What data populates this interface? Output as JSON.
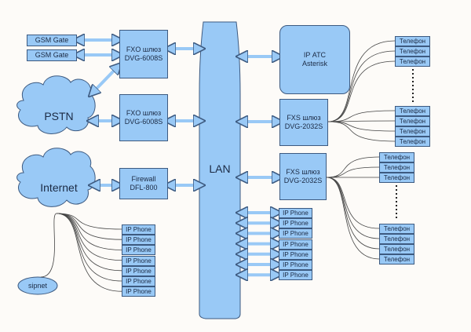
{
  "colors": {
    "fill": "#99c9f6",
    "stroke": "#3d5a80",
    "text": "#1b2a44",
    "line": "#444444"
  },
  "lan": {
    "label": "LAN"
  },
  "clouds": {
    "pstn": "PSTN",
    "internet": "Internet",
    "sipnet": "sipnet"
  },
  "gsm_gates": [
    "GSM Gate",
    "GSM Gate"
  ],
  "fxo1": {
    "line1": "FXO шлюз",
    "line2": "DVG-6008S"
  },
  "fxo2": {
    "line1": "FXO шлюз",
    "line2": "DVG-6008S"
  },
  "firewall": {
    "line1": "Firewall",
    "line2": "DFL-800"
  },
  "ipatc": {
    "line1": "IP АТС",
    "line2": "Asterisk"
  },
  "fxs1": {
    "line1": "FXS шлюз",
    "line2": "DVG-2032S"
  },
  "fxs2": {
    "line1": "FXS шлюз",
    "line2": "DVG-2032S"
  },
  "ip_phones_internet": [
    "IP Phone",
    "IP Phone",
    "IP Phone",
    "IP Phone",
    "IP Phone",
    "IP Phone",
    "IP Phone"
  ],
  "ip_phones_lan": [
    "IP Phone",
    "IP Phone",
    "IP Phone",
    "IP Phone",
    "IP Phone",
    "IP Phone",
    "IP Phone"
  ],
  "phones_fxs1": [
    "Телефон",
    "Телефон",
    "Телефон",
    "Телефон",
    "Телефон",
    "Телефон",
    "Телефон"
  ],
  "phones_fxs2": [
    "Телефон",
    "Телефон",
    "Телефон",
    "Телефон",
    "Телефон",
    "Телефон",
    "Телефон"
  ]
}
